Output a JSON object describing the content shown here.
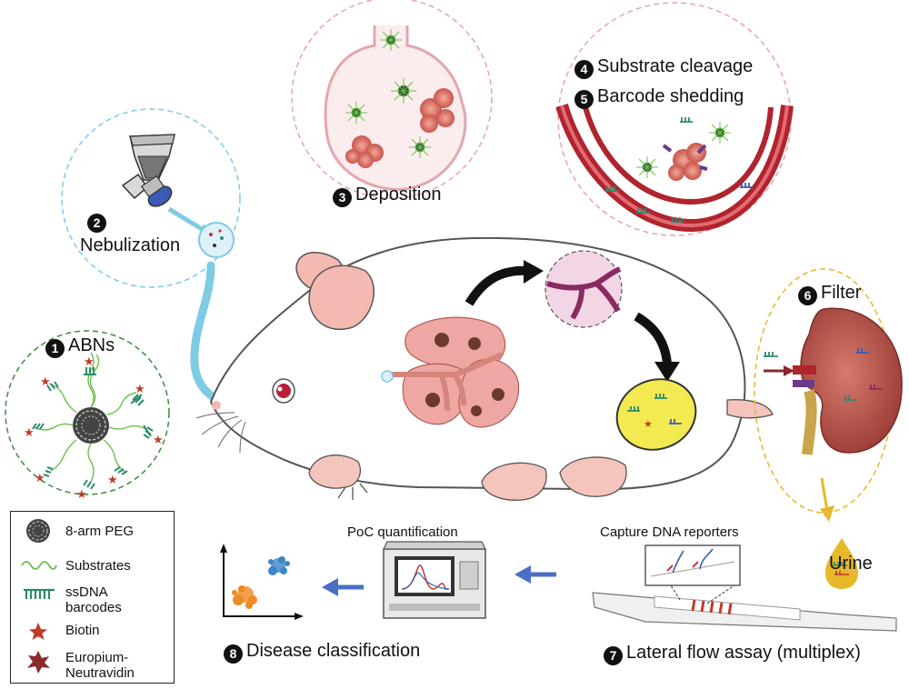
{
  "steps": {
    "s1": {
      "num": "1",
      "label": "ABNs"
    },
    "s2": {
      "num": "2",
      "label": "Nebulization"
    },
    "s3": {
      "num": "3",
      "label": "Deposition"
    },
    "s4": {
      "num": "4",
      "label": "Substrate cleavage"
    },
    "s5": {
      "num": "5",
      "label": "Barcode shedding"
    },
    "s6": {
      "num": "6",
      "label": "Filter"
    },
    "s7": {
      "num": "7",
      "label": "Lateral flow assay (multiplex)"
    },
    "s8": {
      "num": "8",
      "label": "Disease classification"
    }
  },
  "labels": {
    "urine": "Urine",
    "poc": "PoC quantification",
    "capture": "Capture DNA reporters"
  },
  "legend": {
    "peg": "8-arm PEG",
    "substrates": "Substrates",
    "ssdna_1": "ssDNA",
    "ssdna_2": "barcodes",
    "biotin": "Biotin",
    "europium_1": "Europium-",
    "europium_2": "Neutravidin"
  },
  "colors": {
    "blue_arrow": "#7ecbe6",
    "legend_arrow": "#4a6fc4",
    "mouse_pink": "#f4b9b0",
    "lung": "#eea7a3",
    "kidney": "#b8524a",
    "vessel": "#b0242e",
    "biotin_red": "#c23a2a",
    "barcode_green": "#2e8a6e",
    "urine_yellow": "#e6b82a"
  }
}
